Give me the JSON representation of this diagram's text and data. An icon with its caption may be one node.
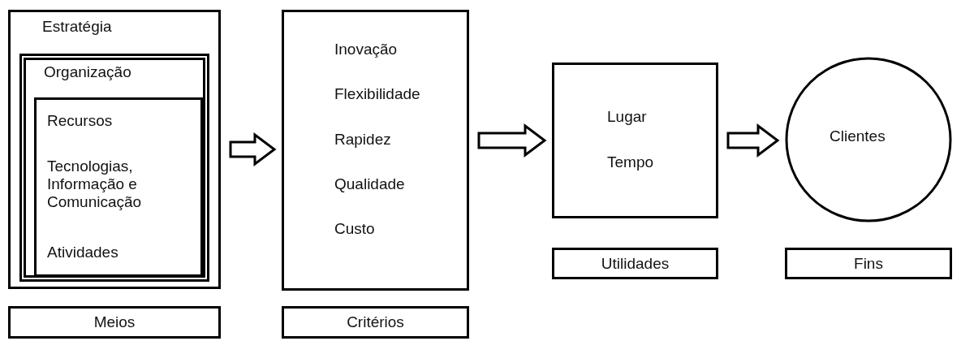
{
  "diagram": {
    "nodes": [
      {
        "text": [
          "Estratégia"
        ]
      },
      {
        "text": [
          "Organização"
        ],
        "in": 0
      },
      {
        "text": [
          "Recursos",
          "Tecnologias, Informação e Comunicação",
          "Atividades"
        ],
        "in": 1
      },
      {
        "text": [
          "Meios"
        ]
      },
      {
        "text": [
          "Inovação",
          "Flexibilidade",
          "Rapidez",
          "Qualidade",
          "Custo"
        ]
      },
      {
        "text": [
          "Critérios"
        ]
      },
      {
        "text": [
          "Lugar",
          "Tempo"
        ]
      },
      {
        "text": [
          "Utilidades"
        ]
      },
      {
        "text": [
          "Clientes"
        ]
      },
      {
        "text": [
          "Fins"
        ]
      }
    ],
    "edges": [
      {
        "from": 0,
        "to": 4,
        "arrow": "to"
      },
      {
        "from": 4,
        "to": 6,
        "arrow": "to"
      },
      {
        "from": 6,
        "to": 8,
        "arrow": "to"
      }
    ]
  }
}
